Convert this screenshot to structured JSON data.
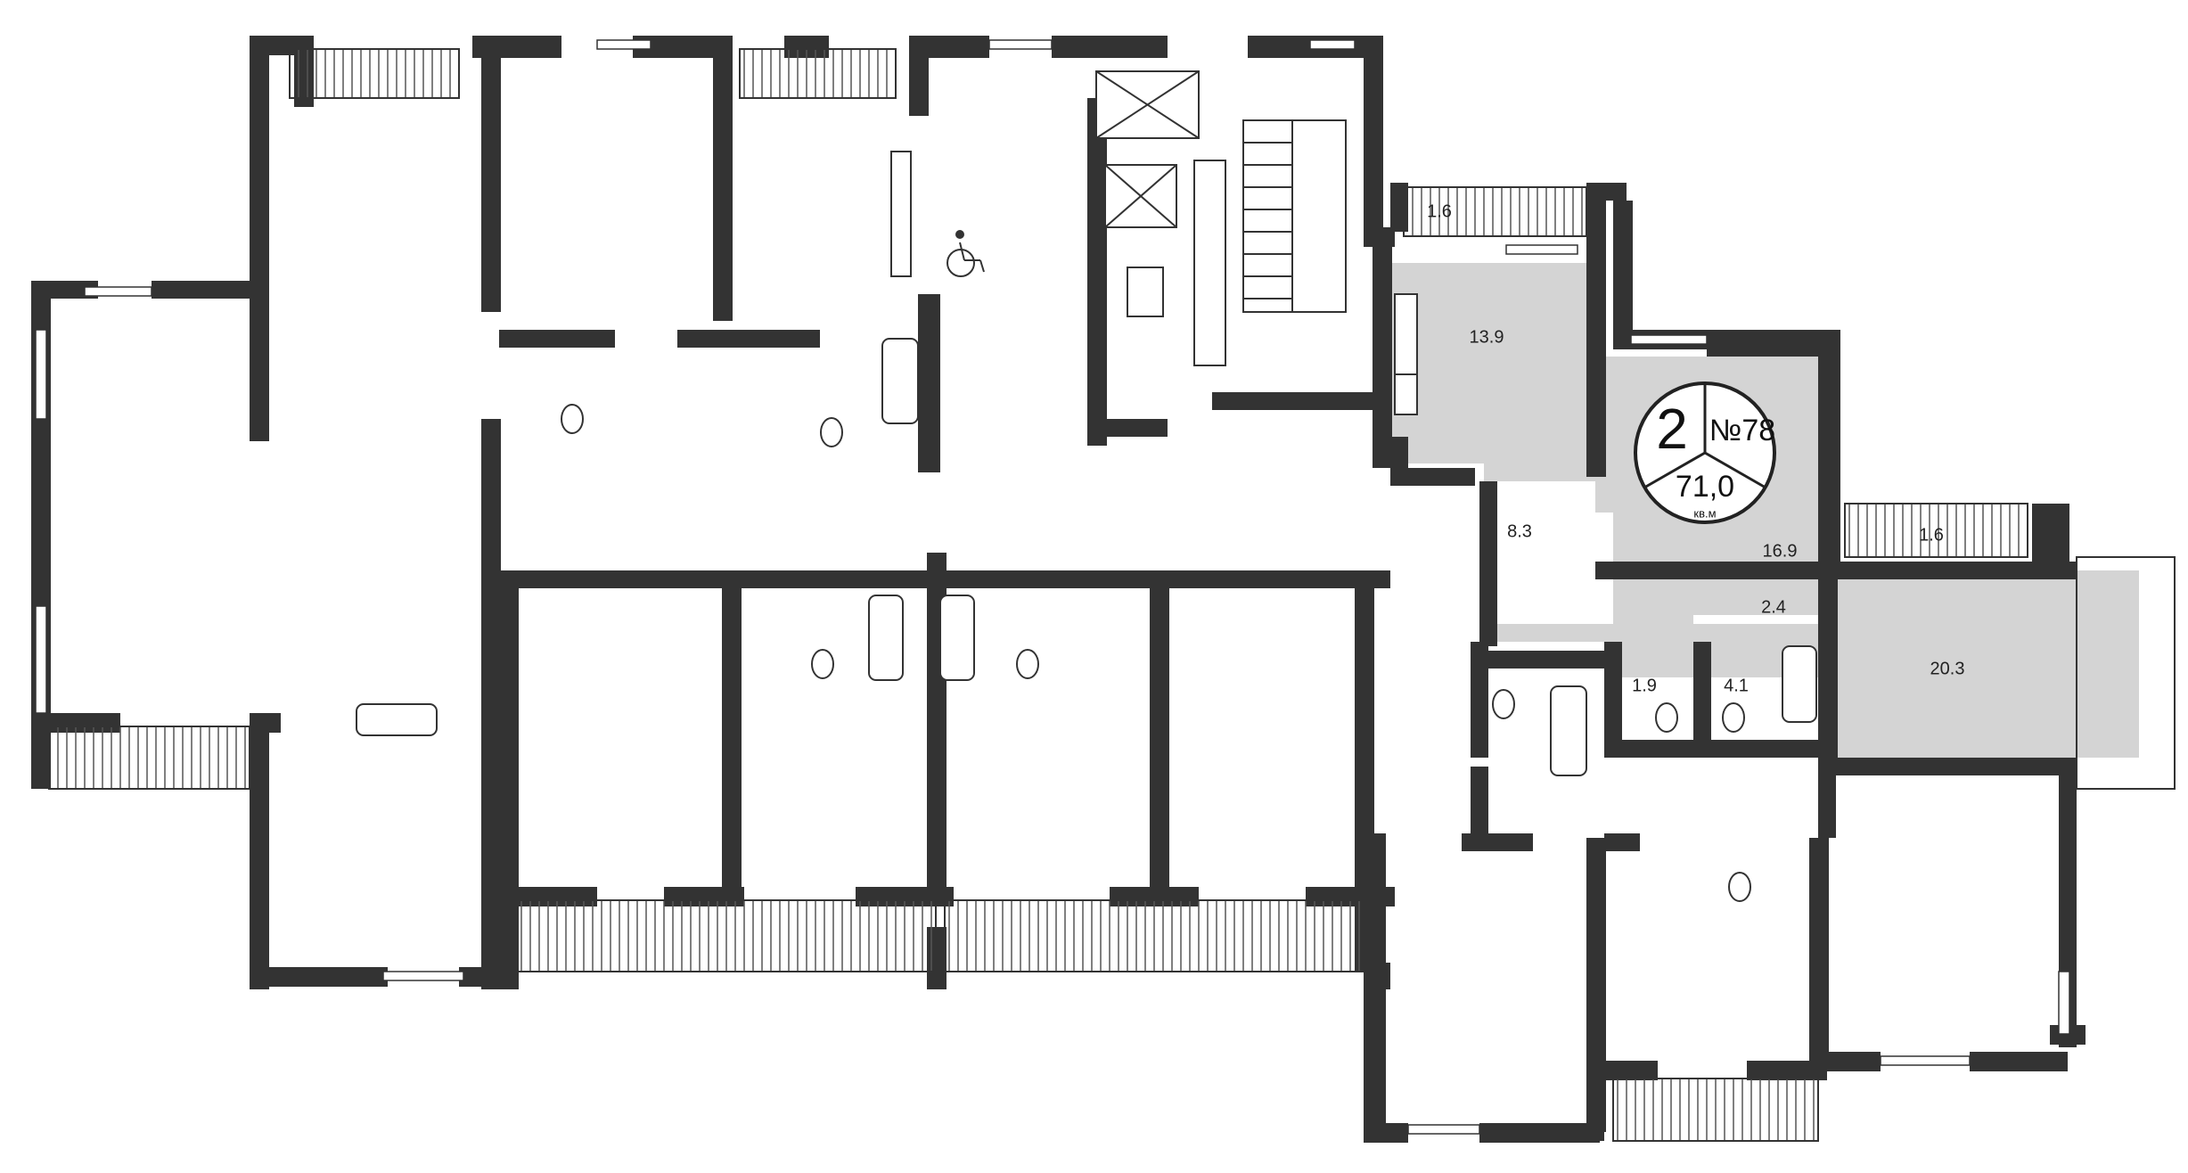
{
  "apartment": {
    "rooms": "2",
    "number": "№78",
    "area": "71,0",
    "unit": "кв.м"
  },
  "area_labels": {
    "balcony_top": "1.6",
    "kitchen": "13.9",
    "hall": "8.3",
    "bedroom": "16.9",
    "balcony_right": "1.6",
    "corridor": "2.4",
    "living": "20.3",
    "wc": "1.9",
    "bathroom": "4.1"
  },
  "colors": {
    "wall": "#333333",
    "highlight": "#d4d4d4",
    "background": "#ffffff"
  },
  "icons": {
    "accessibility": "wheelchair-icon",
    "elevator": "elevator-shaft-icon",
    "stairs": "staircase-icon"
  }
}
